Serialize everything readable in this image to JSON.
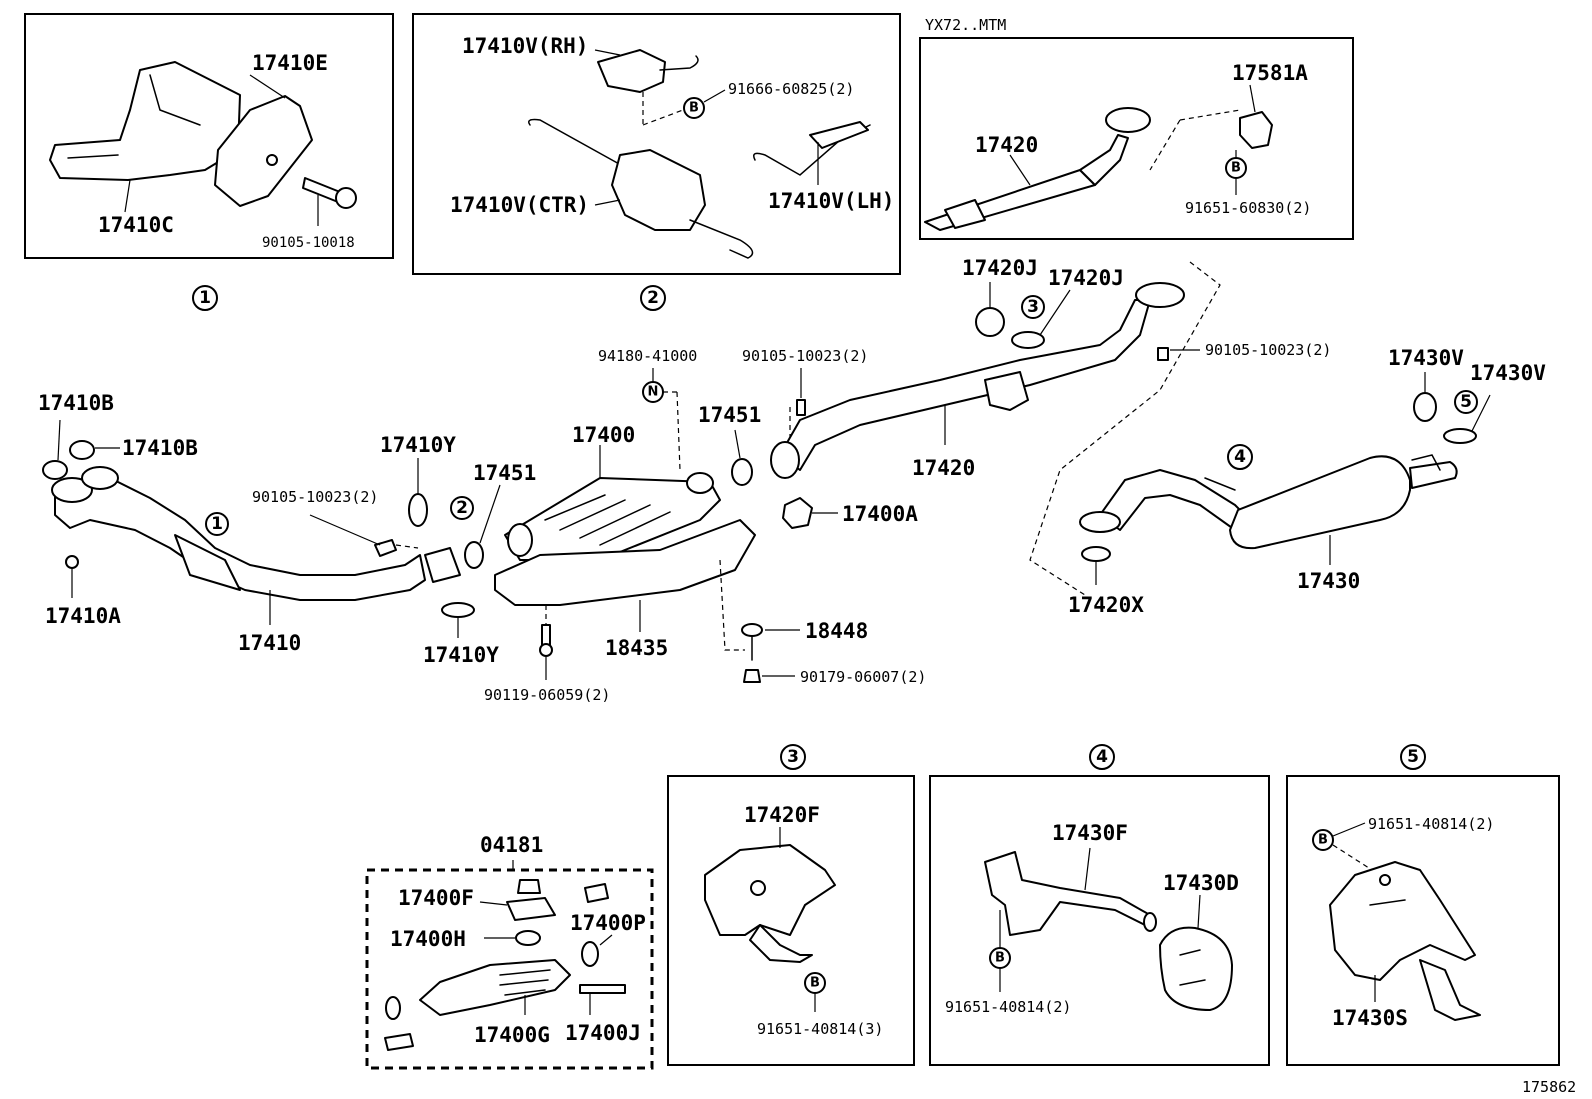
{
  "diagram": {
    "code": "175862",
    "variant": "YX72..MTM",
    "callout_marks": [
      "1",
      "2",
      "3",
      "4",
      "5"
    ],
    "fastener_tags": [
      "B",
      "N"
    ],
    "parts": {
      "p17410E": "17410E",
      "p17410C": "17410C",
      "p90105_10018": "90105-10018",
      "p17410V_RH": "17410V(RH)",
      "p91666_60825": "91666-60825(2)",
      "p17410V_CTR": "17410V(CTR)",
      "p17410V_LH": "17410V(LH)",
      "p17581A": "17581A",
      "p17420_top": "17420",
      "p91651_60830": "91651-60830(2)",
      "p17420J_a": "17420J",
      "p17420J_b": "17420J",
      "p94180_41000": "94180-41000",
      "p90105_10023_a": "90105-10023(2)",
      "p90105_10023_b": "90105-10023(2)",
      "p90105_10023_c": "90105-10023(2)",
      "p17430V_a": "17430V",
      "p17430V_b": "17430V",
      "p17410B_a": "17410B",
      "p17410B_b": "17410B",
      "p17410Y_a": "17410Y",
      "p17410Y_b": "17410Y",
      "p17400": "17400",
      "p17451_a": "17451",
      "p17451_b": "17451",
      "p17420": "17420",
      "p17400A": "17400A",
      "p17410A": "17410A",
      "p17410": "17410",
      "p18435": "18435",
      "p18448": "18448",
      "p90119_06059": "90119-06059(2)",
      "p90179_06007": "90179-06007(2)",
      "p17430": "17430",
      "p17420X": "17420X",
      "p04181": "04181",
      "p17400F": "17400F",
      "p17400H": "17400H",
      "p17400P": "17400P",
      "p17400G": "17400G",
      "p17400J": "17400J",
      "p17420F": "17420F",
      "p91651_40814_3": "91651-40814(3)",
      "p17430F": "17430F",
      "p17430D": "17430D",
      "p91651_40814_2a": "91651-40814(2)",
      "p91651_40814_2b": "91651-40814(2)",
      "p17430S": "17430S"
    }
  }
}
